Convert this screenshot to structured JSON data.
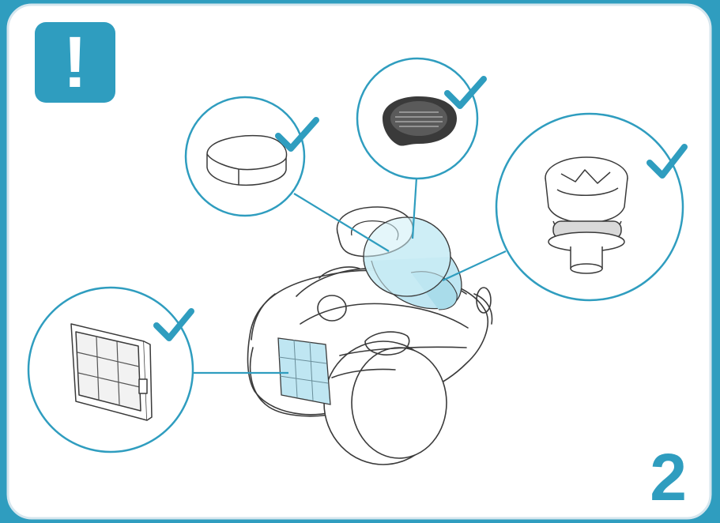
{
  "warning_badge": {
    "symbol": "!",
    "color": "#2f9dbf"
  },
  "step_number": "2",
  "colors": {
    "accent": "#2f9dbf",
    "outline": "#3a3a3a",
    "highlight": "#bfe6f2"
  },
  "callouts": [
    {
      "part": "foam-filter",
      "status_icon": "check-icon"
    },
    {
      "part": "outlet-filter",
      "status_icon": "check-icon"
    },
    {
      "part": "cyclone-filter",
      "status_icon": "check-icon"
    },
    {
      "part": "hepa-filter",
      "status_icon": "check-icon"
    }
  ]
}
